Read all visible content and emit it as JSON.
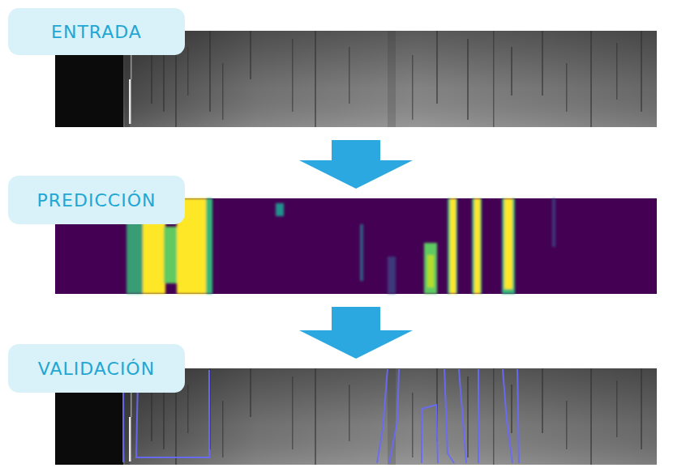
{
  "diagram": {
    "nodes": [
      {
        "text": [
          "ENTRADA"
        ]
      },
      {
        "text": [
          "PREDICCIÓN"
        ]
      },
      {
        "text": [
          "VALIDACIÓN"
        ]
      }
    ],
    "edges": [
      {
        "from": 0,
        "to": 1,
        "arrow": "to"
      },
      {
        "from": 1,
        "to": 2,
        "arrow": "to"
      }
    ]
  }
}
